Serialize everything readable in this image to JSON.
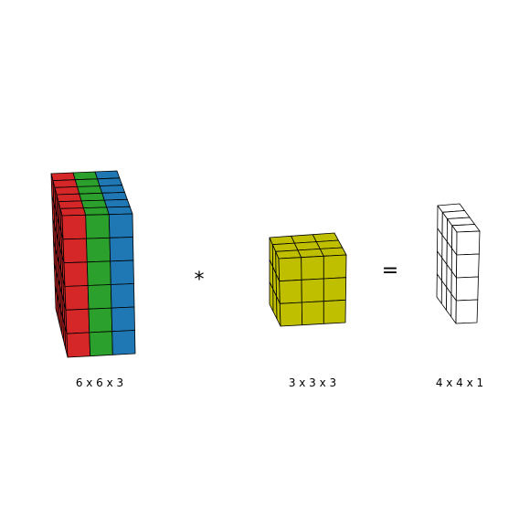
{
  "input_tensor": {
    "label": "6 x 6 x 3",
    "rows": 6,
    "cols": 3,
    "depth": 6,
    "channel_colors": [
      "#d62728",
      "#2ca02c",
      "#1f77b4"
    ]
  },
  "operator_convolve": "*",
  "kernel": {
    "label": "3 x 3 x 3",
    "rows": 3,
    "cols": 3,
    "depth": 3,
    "color": "#bfbf00"
  },
  "operator_equals": "=",
  "output_tensor": {
    "label": "4 x 4 x 1",
    "rows": 4,
    "cols": 1,
    "depth": 4,
    "color": "#ffffff"
  }
}
